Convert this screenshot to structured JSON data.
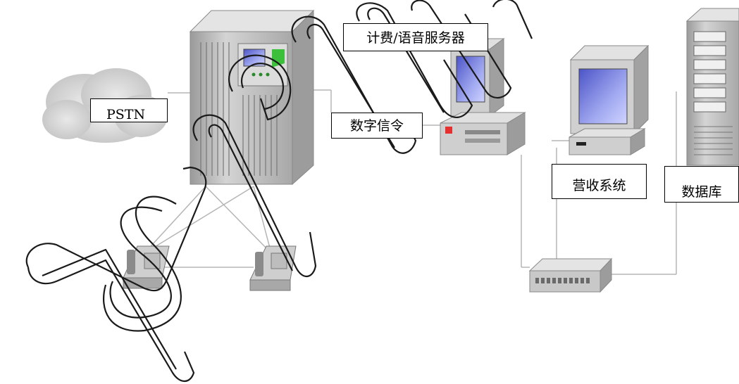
{
  "labels": {
    "pstn": "PSTN",
    "billing_voice_server": "计费/语音服务器",
    "digital_signaling": "数字信令",
    "billing_system": "营收系统",
    "database": "数据库"
  },
  "icons": {
    "cloud": "cloud-icon",
    "switch": "pbx-cabinet-icon",
    "server_pc": "desktop-pc-icon",
    "monitor_pc": "desktop-pc-icon",
    "tower": "tower-server-icon",
    "hub": "network-hub-icon",
    "phone": "telephone-icon"
  },
  "colors": {
    "line": "#b0b0b0",
    "cabinet": "#c8c8c8",
    "screen": "#7a82d8",
    "watermark": "#222222"
  }
}
